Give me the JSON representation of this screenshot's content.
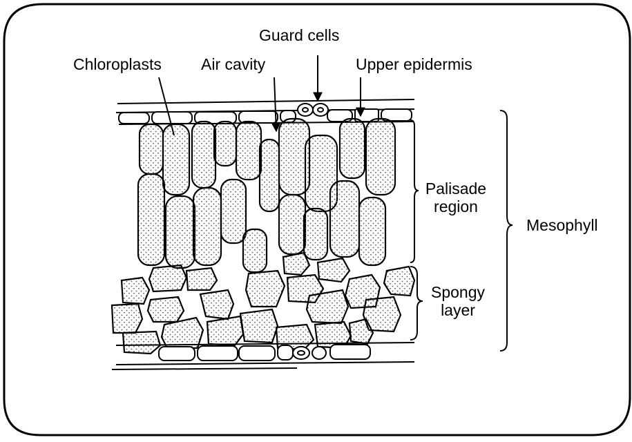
{
  "figure": {
    "labels": {
      "guard_cells": "Guard cells",
      "chloroplasts": "Chloroplasts",
      "air_cavity": "Air cavity",
      "upper_epidermis": "Upper epidermis",
      "palisade_line1": "Palisade",
      "palisade_line2": "region",
      "spongy_line1": "Spongy",
      "spongy_line2": "layer",
      "mesophyll": "Mesophyll"
    },
    "colors": {
      "ink": "#000000",
      "background": "#ffffff",
      "stipple": "#555555"
    }
  }
}
